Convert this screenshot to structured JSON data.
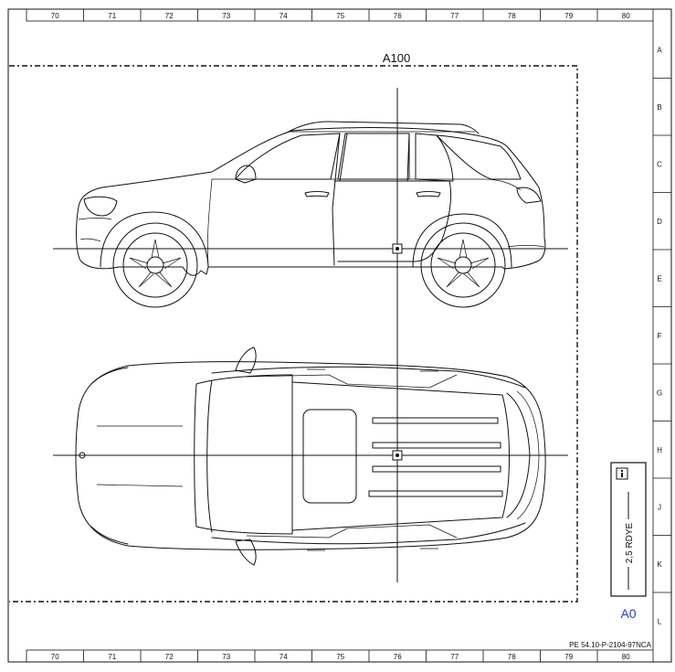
{
  "grid": {
    "columns": [
      "70",
      "71",
      "72",
      "73",
      "74",
      "75",
      "76",
      "77",
      "78",
      "79",
      "80"
    ],
    "rows": [
      "A",
      "B",
      "C",
      "D",
      "E",
      "F",
      "G",
      "H",
      "J",
      "K",
      "L"
    ]
  },
  "drawing": {
    "area_label": "A100",
    "drawing_code": "PE 54.10-P-2104-97NCA",
    "sheet_size": "A0"
  },
  "legend": {
    "info_icon": "info-icon",
    "spec_text": "2,5 RDYE"
  }
}
